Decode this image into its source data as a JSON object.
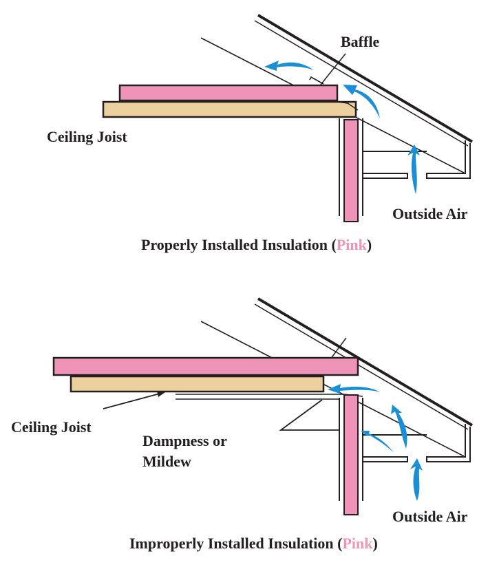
{
  "colors": {
    "insulation": "#ef93b9",
    "joist": "#ecd09e",
    "airflow": "#1a8fd6",
    "line": "#231f20"
  },
  "top": {
    "baffle_label": "Baffle",
    "ceiling_joist_label": "Ceiling Joist",
    "outside_air_label": "Outside Air",
    "caption_prefix": "Properly Installed Insulation (",
    "caption_highlight": "Pink",
    "caption_suffix": ")"
  },
  "bottom": {
    "ceiling_joist_label": "Ceiling Joist",
    "dampness_line1": "Dampness or",
    "dampness_line2": "Mildew",
    "outside_air_label": "Outside Air",
    "caption_prefix": "Improperly Installed Insulation (",
    "caption_highlight": "Pink",
    "caption_suffix": ")"
  }
}
